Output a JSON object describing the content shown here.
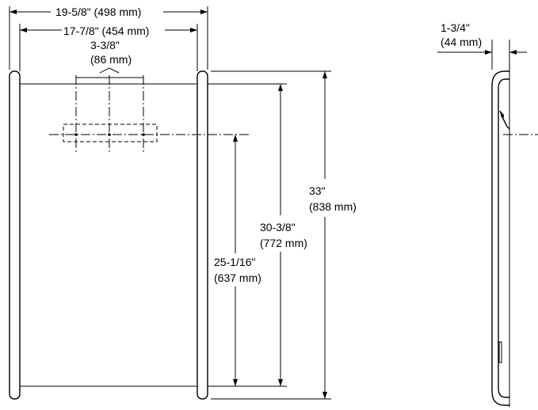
{
  "dimensions": {
    "overall_width": "19-5/8\" (498 mm)",
    "inner_width": "17-7/8\" (454 mm)",
    "bracket_spacing_imperial": "3-3/8\"",
    "bracket_spacing_metric": "(86 mm)",
    "overall_height_imperial": "33\"",
    "overall_height_metric": "(838 mm)",
    "inner_height_imperial": "30-3/8\"",
    "inner_height_metric": "(772 mm)",
    "mount_height_imperial": "25-1/16\"",
    "mount_height_metric": "(637 mm)",
    "depth_imperial": "1-3/4\"",
    "depth_metric": "(44 mm)"
  }
}
